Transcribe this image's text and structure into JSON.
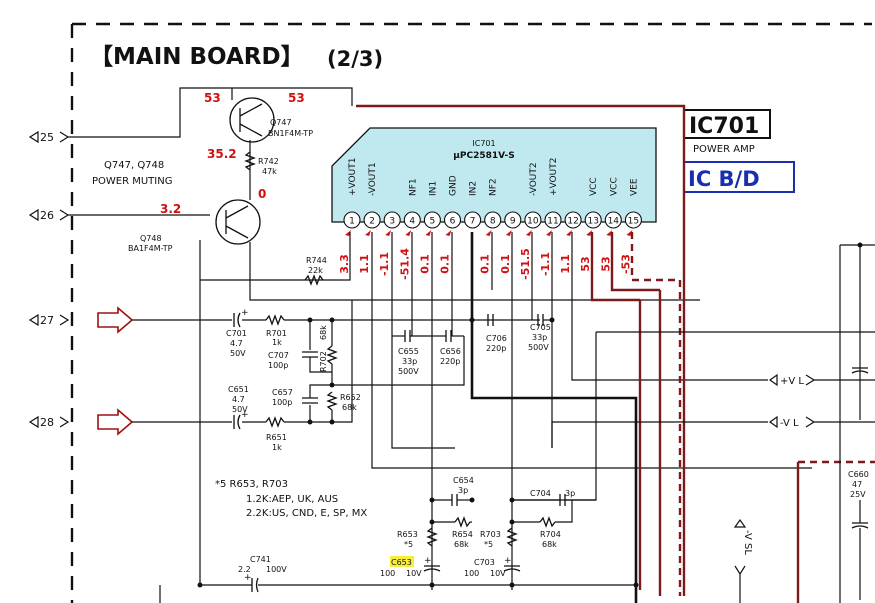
{
  "title": {
    "main": "MAIN  BOARD",
    "part": "(2/3)"
  },
  "ic": {
    "ref": "IC701",
    "part": "μPC2581V-S",
    "label": "IC701",
    "function": "POWER AMP",
    "board_ref": "IC  B/D",
    "pins": [
      {
        "num": "1",
        "name": "+VOUT1",
        "voltage": "3.3"
      },
      {
        "num": "2",
        "name": "-VOUT1",
        "voltage": "1.1"
      },
      {
        "num": "3",
        "name": "",
        "voltage": "-1.1"
      },
      {
        "num": "4",
        "name": "NF1",
        "voltage": "-51.4"
      },
      {
        "num": "5",
        "name": "IN1",
        "voltage": "0.1"
      },
      {
        "num": "6",
        "name": "GND",
        "voltage": "0.1"
      },
      {
        "num": "7",
        "name": "IN2",
        "voltage": ""
      },
      {
        "num": "8",
        "name": "NF2",
        "voltage": "0.1"
      },
      {
        "num": "9",
        "name": "",
        "voltage": "0.1"
      },
      {
        "num": "10",
        "name": "-VOUT2",
        "voltage": "-51.5"
      },
      {
        "num": "11",
        "name": "+VOUT2",
        "voltage": "-1.1"
      },
      {
        "num": "12",
        "name": "",
        "voltage": "1.1"
      },
      {
        "num": "13",
        "name": "VCC",
        "voltage": "53"
      },
      {
        "num": "14",
        "name": "VCC",
        "voltage": "53"
      },
      {
        "num": "15",
        "name": "VEE",
        "voltage": "-53"
      }
    ]
  },
  "connectors": [
    "25",
    "26",
    "27",
    "28"
  ],
  "muting": {
    "label_line1": "Q747, Q748",
    "label_line2": "POWER MUTING",
    "q747": {
      "ref": "Q747",
      "part": "BN1F4M-TP",
      "v_left": "53",
      "v_right": "53",
      "v_base": "35.2"
    },
    "q748": {
      "ref": "Q748",
      "part": "BA1F4M-TP",
      "v_base": "3.2",
      "v_top": "0"
    },
    "r742": {
      "ref": "R742",
      "value": "47k"
    },
    "r744": {
      "ref": "R744",
      "value": "22k"
    }
  },
  "components": {
    "c701": {
      "ref": "C701",
      "v1": "4.7",
      "v2": "50V"
    },
    "r701": {
      "ref": "R701",
      "value": "1k"
    },
    "c707": {
      "ref": "C707",
      "value": "100p"
    },
    "r702": {
      "ref": "R702",
      "value": "68k"
    },
    "c651": {
      "ref": "C651",
      "v1": "4.7",
      "v2": "50V"
    },
    "c657": {
      "ref": "C657",
      "value": "100p"
    },
    "r652": {
      "ref": "R652",
      "value": "68k"
    },
    "r651": {
      "ref": "R651",
      "value": "1k"
    },
    "c655": {
      "ref": "C655",
      "v1": "33p",
      "v2": "500V"
    },
    "c656": {
      "ref": "C656",
      "value": "220p"
    },
    "c706": {
      "ref": "C706",
      "value": "220p"
    },
    "c705": {
      "ref": "C705",
      "v1": "33p",
      "v2": "500V"
    },
    "c654": {
      "ref": "C654",
      "value": "3p"
    },
    "c704": {
      "ref": "C704",
      "value": "3p"
    },
    "r653": {
      "ref": "R653",
      "note": "*5"
    },
    "r654": {
      "ref": "R654",
      "value": "68k"
    },
    "r703": {
      "ref": "R703",
      "note": "*5"
    },
    "r704": {
      "ref": "R704",
      "value": "68k"
    },
    "c653": {
      "ref": "C653",
      "v1": "100",
      "v2": "10V"
    },
    "c703": {
      "ref": "C703",
      "v1": "100",
      "v2": "10V"
    },
    "c741": {
      "ref": "C741",
      "v1": "2.2",
      "v2": "100V"
    },
    "c660": {
      "ref": "C660",
      "v1": "47",
      "v2": "25V"
    }
  },
  "notes": {
    "line1": "*5  R653, R703",
    "line2": "1.2K:AEP, UK, AUS",
    "line3": "2.2K:US, CND, E, SP, MX"
  },
  "rails": {
    "vplus": "+V L",
    "vminus": "-V L",
    "vsl": "-V SL"
  },
  "colors": {
    "voltage_red": "#d11111",
    "blue_label": "#1a2fb0",
    "ic_fill": "#bfe8ef",
    "highlight": "#f7ef3a",
    "trace_red": "#7a1a1a"
  }
}
